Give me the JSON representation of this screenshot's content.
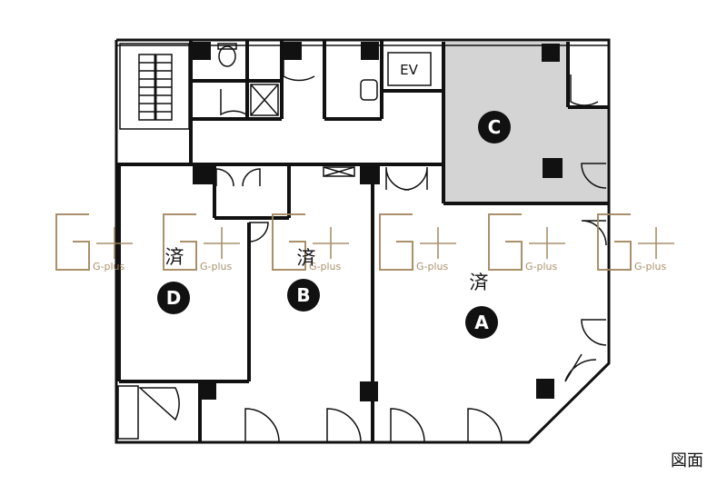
{
  "units": [
    {
      "id": "A",
      "letter": "A",
      "status": "済",
      "vacant": false
    },
    {
      "id": "B",
      "letter": "B",
      "status": "済",
      "vacant": false
    },
    {
      "id": "C",
      "letter": "C",
      "status": "",
      "vacant": true
    },
    {
      "id": "D",
      "letter": "D",
      "status": "済",
      "vacant": false
    }
  ],
  "elevator": {
    "label": "EV"
  },
  "watermark": {
    "mark": "G+",
    "text": "G-plus",
    "color": "#a0845c"
  },
  "caption": "図面",
  "colors": {
    "wall": "#111111",
    "shaded_unit": "#d4d4d4",
    "marker": "#111111",
    "background": "#ffffff"
  }
}
